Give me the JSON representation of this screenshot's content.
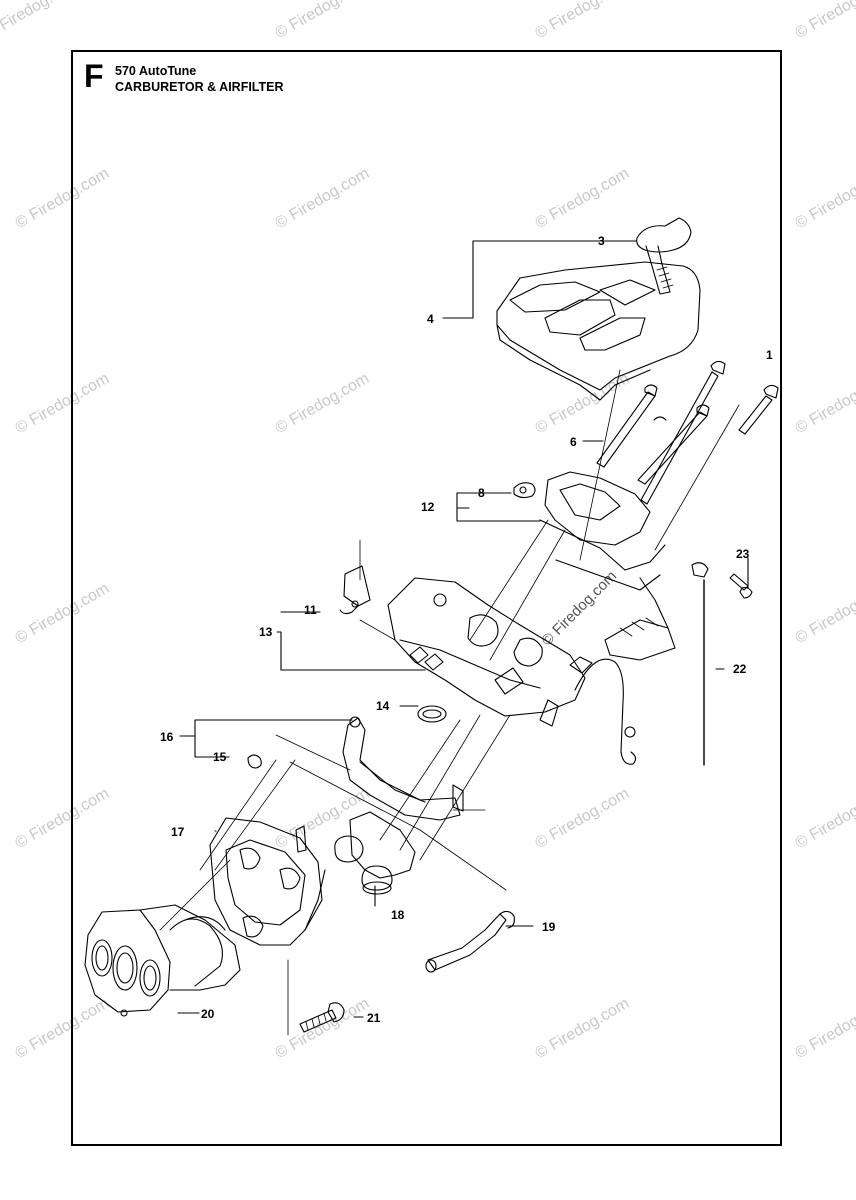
{
  "header": {
    "section_letter": "F",
    "model": "570 AutoTune",
    "title": "CARBURETOR & AIRFILTER"
  },
  "watermark": "© Firedog.com",
  "callouts": [
    "1",
    "3",
    "4",
    "6",
    "8",
    "11",
    "12",
    "13",
    "14",
    "15",
    "16",
    "17",
    "18",
    "19",
    "20",
    "21",
    "22",
    "23"
  ]
}
